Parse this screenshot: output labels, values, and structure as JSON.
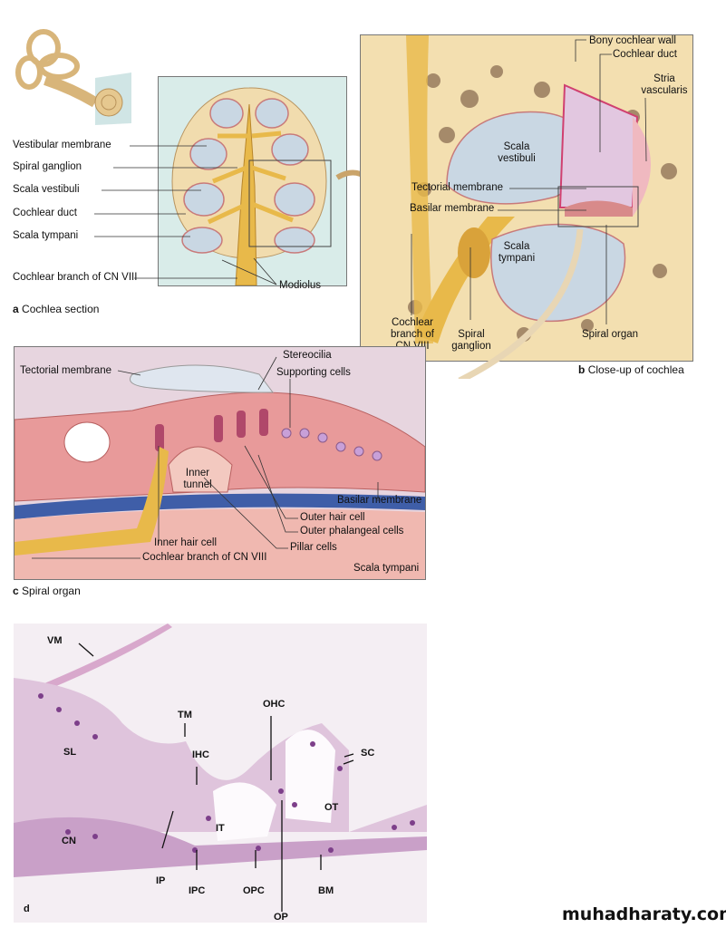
{
  "panel_a": {
    "caption_letter": "a",
    "caption": "Cochlea section",
    "labels": {
      "vestibular_membrane": "Vestibular membrane",
      "spiral_ganglion": "Spiral ganglion",
      "scala_vestibuli": "Scala vestibuli",
      "cochlear_duct": "Cochlear duct",
      "scala_tympani": "Scala tympani",
      "cochlear_branch": "Cochlear branch of CN VIII",
      "modiolus": "Modiolus"
    }
  },
  "panel_b": {
    "caption_letter": "b",
    "caption": "Close-up of cochlea",
    "labels": {
      "bony_wall": "Bony cochlear wall",
      "cochlear_duct": "Cochlear duct",
      "stria_1": "Stria",
      "stria_2": "vascularis",
      "sv_1": "Scala",
      "sv_2": "vestibuli",
      "tectorial": "Tectorial membrane",
      "basilar": "Basilar membrane",
      "st_1": "Scala",
      "st_2": "tympani",
      "cn_1": "Cochlear",
      "cn_2": "branch of",
      "cn_3": "CN VIII",
      "sg_1": "Spiral",
      "sg_2": "ganglion",
      "spiral_organ": "Spiral organ"
    }
  },
  "panel_c": {
    "caption_letter": "c",
    "caption": "Spiral organ",
    "labels": {
      "stereocilia": "Stereocilia",
      "tectorial": "Tectorial membrane",
      "supporting": "Supporting cells",
      "inner_tunnel_1": "Inner",
      "inner_tunnel_2": "tunnel",
      "basilar": "Basilar membrane",
      "outer_hair": "Outer hair cell",
      "outer_phalangeal": "Outer phalangeal cells",
      "pillar": "Pillar cells",
      "inner_hair": "Inner hair cell",
      "cochlear_branch": "Cochlear branch of CN VIII",
      "scala_tympani": "Scala tympani"
    }
  },
  "panel_d": {
    "caption_letter": "d",
    "labels": {
      "vm": "VM",
      "tm": "TM",
      "sl": "SL",
      "ihc": "IHC",
      "ohc": "OHC",
      "sc": "SC",
      "ot": "OT",
      "it": "IT",
      "cn": "CN",
      "ip": "IP",
      "ipc": "IPC",
      "opc": "OPC",
      "bm": "BM",
      "op": "OP"
    }
  },
  "watermark": "muhadharaty.com",
  "colors": {
    "bone": "#f3dfb0",
    "fluid": "#c9d7e3",
    "nerve": "#e8b94a",
    "tissue": "#e89a9a",
    "panel_a_bg": "#d9ece9",
    "panel_c_bg": "#e7d5df",
    "histology_bg": "#f4eef3"
  }
}
